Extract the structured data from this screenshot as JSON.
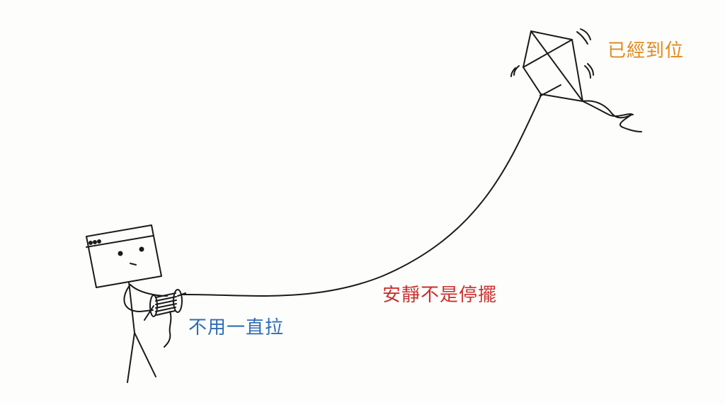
{
  "captions": {
    "kite": "已經到位",
    "line": "安靜不是停擺",
    "hand": "不用一直拉"
  },
  "colors": {
    "background": "#fdfdfc",
    "ink": "#1a1a1a",
    "kite_caption": "#e08a1e",
    "line_caption": "#c9302c",
    "hand_caption": "#2f6db3"
  }
}
